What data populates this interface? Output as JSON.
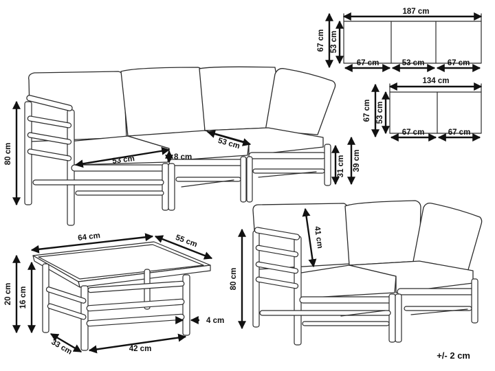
{
  "colors": {
    "line": "#2b2b2b",
    "dimension": "#111111",
    "background": "#ffffff"
  },
  "top_view_3seat": {
    "overall_width": "187 cm",
    "depth_outer": "67 cm",
    "depth_inner": "53 cm",
    "sections": [
      "67 cm",
      "53 cm",
      "67 cm"
    ]
  },
  "top_view_2seat": {
    "overall_width": "134 cm",
    "depth_outer": "67 cm",
    "depth_inner": "53 cm",
    "sections": [
      "67 cm",
      "67 cm"
    ]
  },
  "sofa_3seat": {
    "height_total": "80 cm",
    "seat_width": "53 cm",
    "seat_depth": "53 cm",
    "gap": "8 cm",
    "seat_height_frame": "31 cm",
    "seat_height_cushion": "39 cm"
  },
  "coffee_table": {
    "length_top": "64 cm",
    "width_top": "55 cm",
    "height_total": "20 cm",
    "height_inner": "16 cm",
    "length_base": "42 cm",
    "width_base": "33 cm",
    "overhang": "4 cm"
  },
  "sofa_2seat": {
    "height_total": "80 cm",
    "backrest_height": "41 cm"
  },
  "tolerance": "+/- 2 cm"
}
